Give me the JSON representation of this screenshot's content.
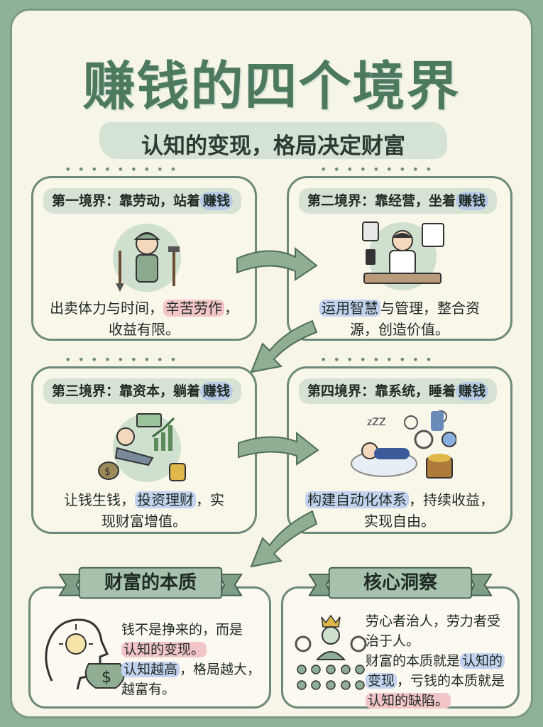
{
  "title": "赚钱的四个境界",
  "subtitle": "认知的变现，格局决定财富",
  "levels": [
    {
      "label_prefix": "第一境界：靠劳动，站着",
      "label_hl": "赚钱",
      "text_a": "出卖体力与时间，",
      "text_hl": "辛苦劳作",
      "text_b": "，",
      "text_c": "收益有限。",
      "icon": "worker-icon"
    },
    {
      "label_prefix": "第二境界：靠经营，坐着",
      "label_hl": "赚钱",
      "text_hl": "运用智慧",
      "text_a": "与管理，整合资",
      "text_c": "源，创造价值。",
      "icon": "manager-icon"
    },
    {
      "label_prefix": "第三境界：靠资本，躺着",
      "label_hl": "赚钱",
      "text_a": "让钱生钱，",
      "text_hl": "投资理财",
      "text_b": "，实",
      "text_c": "现财富增值。",
      "icon": "investor-icon"
    },
    {
      "label_prefix": "第四境界：靠系统，睡着",
      "label_hl": "赚钱",
      "text_hl": "构建自动化体系",
      "text_a": "，持续收益，",
      "text_c": "实现自由。",
      "icon": "sleeper-icon"
    }
  ],
  "essence": {
    "title": "财富的本质",
    "line1": "钱不是挣来的，而是",
    "line2_hl": "认知的变现。",
    "line3_hl": "认知越高",
    "line3_b": "，格局越大，",
    "line4": "越富有。"
  },
  "insight": {
    "title": "核心洞察",
    "line1": "劳心者治人，劳力者受",
    "line2": "治于人。",
    "line3_a": "财富的本质就是",
    "line3_hl": "认知的",
    "line4_hl": "变现",
    "line4_b": "，亏钱的本质就是",
    "line5_hl": "认知的缺陷。"
  },
  "colors": {
    "accent_green": "#4d7a5f",
    "highlight_pink": "#f2c5c8",
    "highlight_blue": "#c4d2ef",
    "background": "#8fb19a"
  }
}
